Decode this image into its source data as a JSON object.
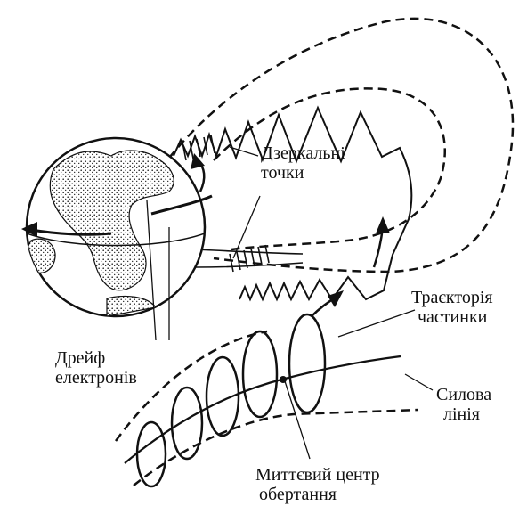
{
  "labels": {
    "mirror_points": [
      "Дзеркальні",
      "точки"
    ],
    "particle_trajectory": [
      "Траєкторія",
      "частинки"
    ],
    "electron_drift": [
      "Дрейф",
      "електронів"
    ],
    "field_line": [
      "Силова",
      "лінія"
    ],
    "guiding_center": [
      "Миттєвий центр",
      "обертання"
    ]
  }
}
